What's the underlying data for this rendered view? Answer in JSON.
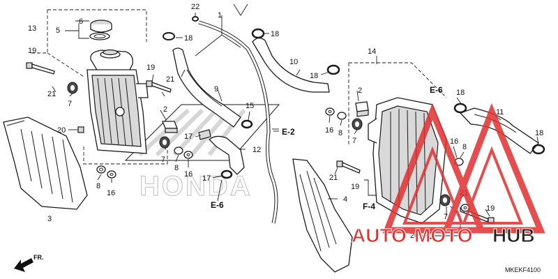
{
  "diagram_code": "MKEKF4100",
  "front_indicator": "FR.",
  "background_brand": "HONDA",
  "watermark": {
    "part1": "AUTO",
    "part2": "MOTO",
    "part3": "HUB",
    "color_red": "#e03030",
    "color_dark": "#222222"
  },
  "references": {
    "e2": "E-2",
    "e6_left": "E-6",
    "e6_right": "E-6",
    "f4": "F-4"
  },
  "callouts": {
    "c1": "1",
    "c2_left": "2",
    "c2_right": "2",
    "c3": "3",
    "c4": "4",
    "c5": "5",
    "c6": "6",
    "c7_a": "7",
    "c7_b": "7",
    "c7_c": "7",
    "c7_d": "7",
    "c8_a": "8",
    "c8_b": "8",
    "c8_c": "8",
    "c8_d": "8",
    "c9": "9",
    "c10": "10",
    "c11": "11",
    "c12": "12",
    "c13": "13",
    "c14": "14",
    "c15": "15",
    "c16_a": "16",
    "c16_b": "16",
    "c16_c": "16",
    "c16_d": "16",
    "c17_a": "17",
    "c17_b": "17",
    "c18_a": "18",
    "c18_b": "18",
    "c18_c": "18",
    "c18_d": "18",
    "c18_e": "18",
    "c19_a": "19",
    "c19_b": "19",
    "c19_c": "19",
    "c19_d": "19",
    "c20_a": "20",
    "c20_b": "20",
    "c21_a": "21",
    "c21_b": "21",
    "c21_c": "21",
    "c21_d": "21",
    "c22": "22"
  }
}
